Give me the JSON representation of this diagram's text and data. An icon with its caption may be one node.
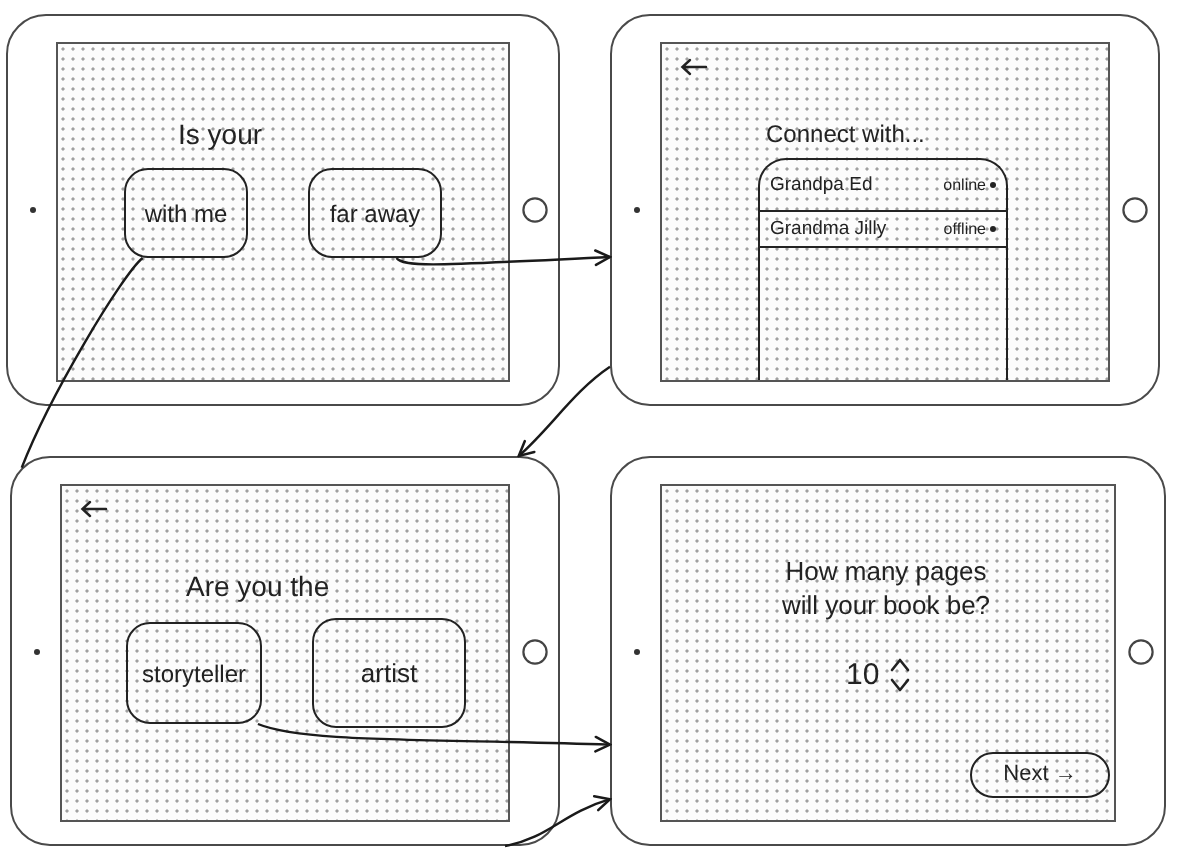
{
  "diagram": {
    "nodes": [
      {
        "text": [
          "Is your"
        ]
      },
      {
        "text": [
          "with me"
        ],
        "in": 0
      },
      {
        "text": [
          "far away"
        ],
        "in": 0
      },
      {
        "text": [
          "Connect with..."
        ]
      },
      {
        "text": [],
        "shape": "box",
        "in": 3
      },
      {
        "text": [
          "Grandpa Ed",
          "online"
        ],
        "in": 4
      },
      {
        "text": [
          "Grandma Jilly",
          "offline"
        ],
        "in": 4
      },
      {
        "text": [
          "Are you the"
        ]
      },
      {
        "text": [
          "storyteller"
        ],
        "in": 7
      },
      {
        "text": [
          "artist"
        ],
        "in": 7
      },
      {
        "text": [
          "How many pages will your book be?",
          "10"
        ]
      },
      {
        "text": [
          "Next →"
        ],
        "in": 10
      }
    ],
    "edges": [
      {
        "from": 2,
        "to": 3,
        "arrow": "to"
      },
      {
        "from": 3,
        "to": 7,
        "arrow": "to"
      },
      {
        "from": 1,
        "to": 7,
        "arrow": "none"
      },
      {
        "from": 8,
        "to": 10,
        "arrow": "to"
      },
      {
        "from": 7,
        "to": 10,
        "arrow": "to"
      }
    ]
  }
}
